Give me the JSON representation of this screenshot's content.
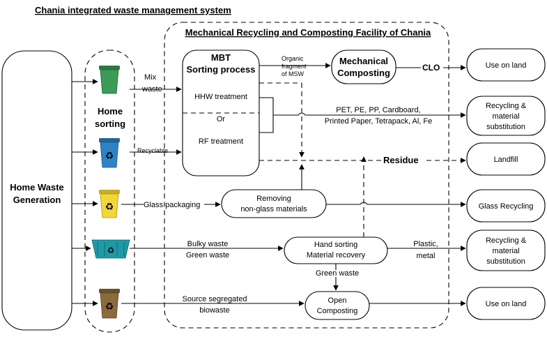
{
  "title": "Chania integrated waste management system",
  "facility_title": "Mechanical Recycling and Composting Facility of Chania",
  "home_waste": [
    "Home Waste",
    "Generation"
  ],
  "home_sorting": [
    "Home",
    "sorting"
  ],
  "bins": [
    {
      "name": "green-bin",
      "color": "#3c9b57"
    },
    {
      "name": "blue-recycling-bin",
      "color": "#2e83c7"
    },
    {
      "name": "yellow-recycling-bin",
      "color": "#f2d63b"
    },
    {
      "name": "teal-skip-container",
      "color": "#1f9aa5"
    },
    {
      "name": "brown-organic-bin",
      "color": "#8b6a3e"
    }
  ],
  "mbt": {
    "title": [
      "MBT",
      "Sorting process"
    ],
    "hhw": "HHW treatment",
    "or": "Or",
    "rf": "RF treatment"
  },
  "flows": {
    "mix_waste": [
      "Mix",
      "waste"
    ],
    "recyclable": "Recyclable",
    "glass_packaging": "Glass packaging",
    "bulky_green": [
      "Bulky waste",
      "Green waste"
    ],
    "source_biowaste": [
      "Source segregated",
      "biowaste"
    ],
    "organic_fragment": [
      "Organic",
      "fragment",
      "of MSW"
    ],
    "clo": "CLO",
    "materials": [
      "PET, PE, PP, Cardboard,",
      "Printed Paper, Tetrapack,  Al, Fe"
    ],
    "residue": "Residue",
    "plastic_metal": [
      "Plastic,",
      "metal"
    ],
    "green_waste": "Green waste"
  },
  "processes": {
    "mechanical_composting": [
      "Mechanical",
      "Composting"
    ],
    "removing_non_glass": [
      "Removing",
      "non-glass materials"
    ],
    "hand_sorting": [
      "Hand sorting",
      "Material recovery"
    ],
    "open_composting": [
      "Open",
      "Composting"
    ]
  },
  "outputs": {
    "use_on_land_1": "Use on land",
    "recycling_1": [
      "Recycling &",
      "material",
      "substitution"
    ],
    "landfill": "Landfill",
    "glass_recycling": "Glass Recycling",
    "recycling_2": [
      "Recycling &",
      "material",
      "substitution"
    ],
    "use_on_land_2": "Use on land"
  }
}
